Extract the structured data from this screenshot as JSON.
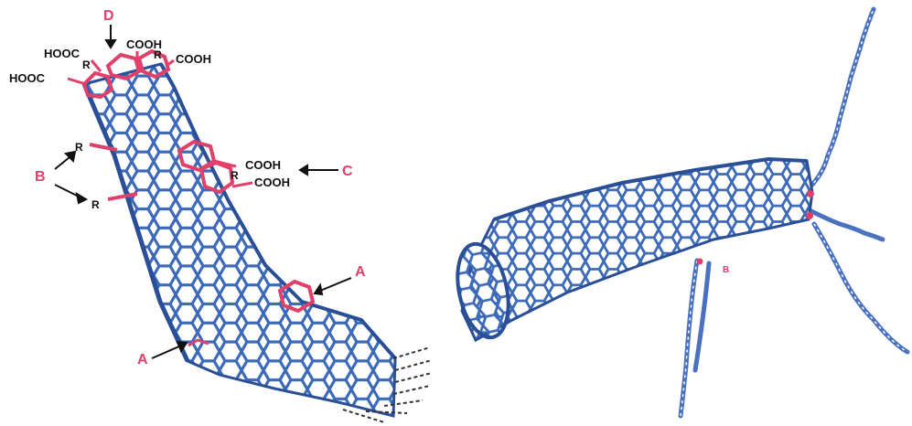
{
  "colors": {
    "tube": "#4f7fcb",
    "tube_dark": "#2b4f96",
    "tube_hole": "#ffffff",
    "defect": "#e0406a",
    "label_red": "#e0406a",
    "label_black": "#111111",
    "chain": "#4a72c0"
  },
  "left_panel": {
    "labels": {
      "D": "D",
      "C": "C",
      "B": "B",
      "A": "A"
    },
    "groups": {
      "hooc": "HOOC",
      "cooh": "COOH",
      "r": "R"
    }
  },
  "right_panel": {
    "labels": {
      "s_small": "B"
    }
  }
}
